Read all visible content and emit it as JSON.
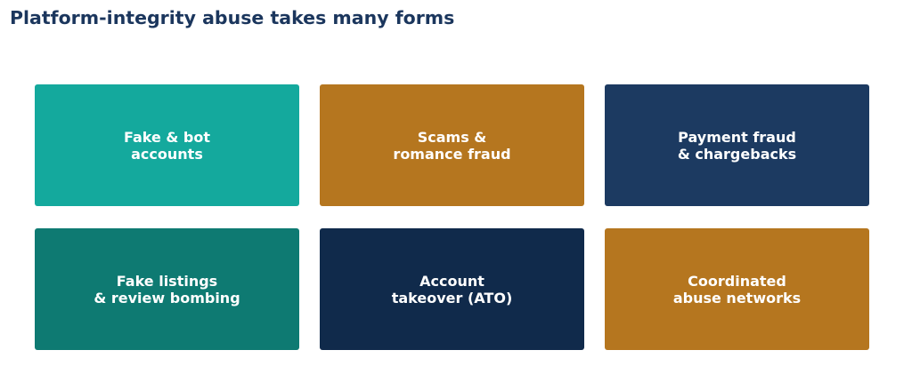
{
  "title": "Platform-integrity abuse takes many forms",
  "cards": [
    {
      "label": "Fake & bot\naccounts",
      "color": "#14a99d"
    },
    {
      "label": "Scams &\nromance fraud",
      "color": "#b5761f"
    },
    {
      "label": "Payment fraud\n& chargebacks",
      "color": "#1c3a61"
    },
    {
      "label": "Fake listings\n& review bombing",
      "color": "#0e7a72"
    },
    {
      "label": "Account\ntakeover (ATO)",
      "color": "#102a4b"
    },
    {
      "label": "Coordinated\nabuse networks",
      "color": "#b5761f"
    }
  ]
}
